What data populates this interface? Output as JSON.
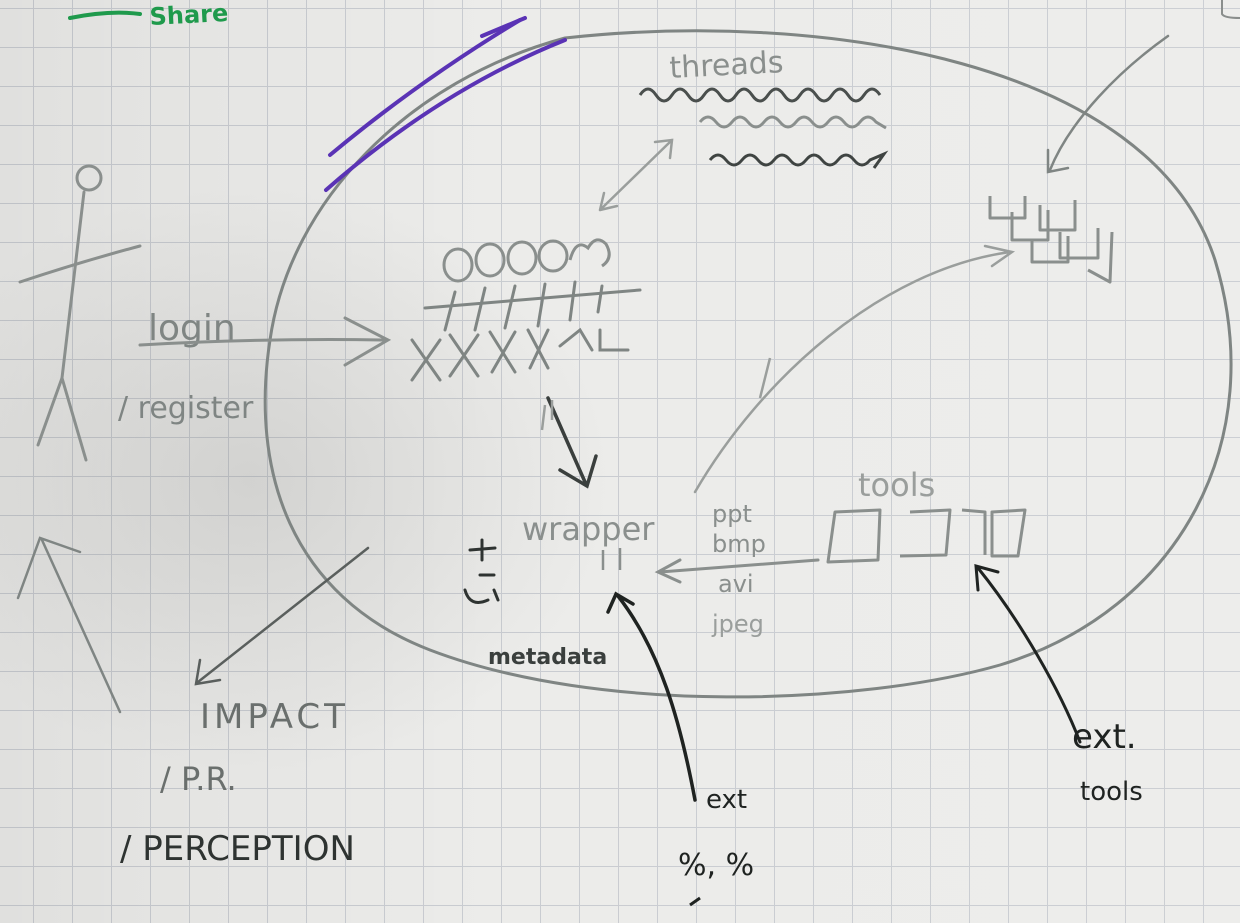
{
  "header_note": "Share",
  "labels": {
    "threads": "threads",
    "login": "login",
    "register": "/ register",
    "wrapper": "wrapper",
    "metadata": "metadata",
    "ppt": "ppt",
    "bmp": "bmp",
    "avi": "avi",
    "jpeg": "jpeg",
    "tools": "tools",
    "ext": "ext.",
    "ext_tools": "tools",
    "impact": "IMPACT",
    "pr": "/ P.R.",
    "perception": "/ PERCEPTION",
    "ext_small": "ext",
    "percent": "%, %"
  },
  "colors": {
    "graphite": "#7f8583",
    "dark_pencil": "#1f2321",
    "purple": "#5a33b5",
    "green": "#1f9a4c",
    "paper": "#ececea",
    "grid": "#c9ccd1"
  }
}
